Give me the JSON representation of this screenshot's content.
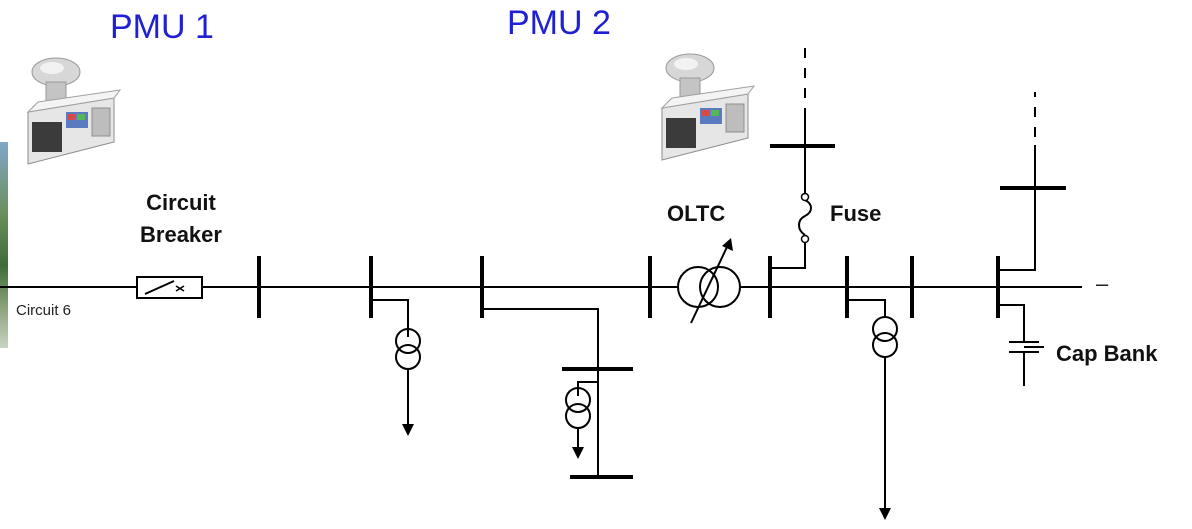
{
  "labels": {
    "pmu1": "PMU 1",
    "pmu2": "PMU 2",
    "circuit_breaker_line1": "Circuit",
    "circuit_breaker_line2": "Breaker",
    "oltc": "OLTC",
    "fuse": "Fuse",
    "circuit": "Circuit 6",
    "cap_bank": "Cap Bank",
    "line_end": "–"
  },
  "icons": {
    "pmu_device": "pmu-device-icon"
  },
  "colors": {
    "pmu_label": "#1f1fd6",
    "line": "#000000"
  }
}
